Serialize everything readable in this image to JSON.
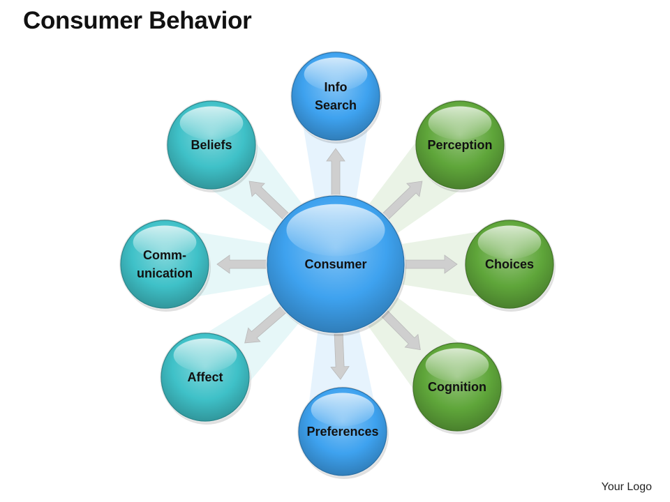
{
  "title": "Consumer Behavior",
  "logo_text": "Your Logo",
  "colors": {
    "blue": "#3ea2ef",
    "teal": "#3fc1c8",
    "green": "#5fa63a",
    "arrow": "#cfcfcf"
  },
  "center": {
    "label": "Consumer",
    "color": "blue"
  },
  "nodes": [
    {
      "id": "info-search",
      "label": "Info\nSearch",
      "color": "blue"
    },
    {
      "id": "perception",
      "label": "Perception",
      "color": "green"
    },
    {
      "id": "choices",
      "label": "Choices",
      "color": "green"
    },
    {
      "id": "cognition",
      "label": "Cognition",
      "color": "green"
    },
    {
      "id": "preferences",
      "label": "Preferences",
      "color": "blue"
    },
    {
      "id": "affect",
      "label": "Affect",
      "color": "teal"
    },
    {
      "id": "communication",
      "label": "Comm-\nunication",
      "color": "teal"
    },
    {
      "id": "beliefs",
      "label": "Beliefs",
      "color": "teal"
    }
  ]
}
